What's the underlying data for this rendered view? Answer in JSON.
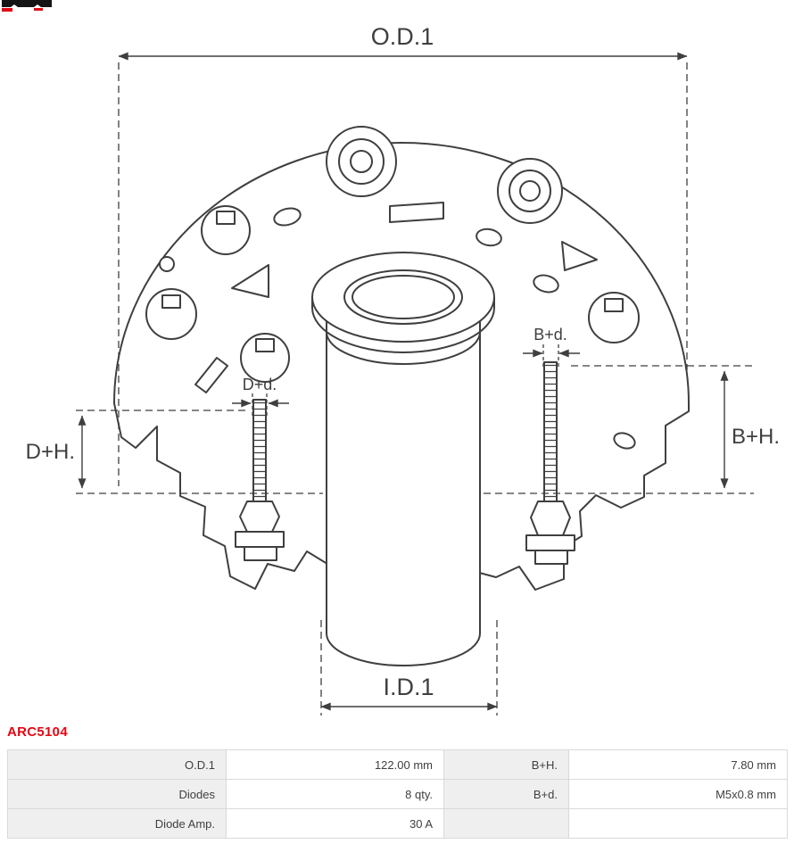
{
  "part_number": "ARC5104",
  "diagram": {
    "labels": {
      "od1": "O.D.1",
      "id1": "I.D.1",
      "dplus_h": "D+H.",
      "bplus_h": "B+H.",
      "dplus_d": "D+d.",
      "bplus_d": "B+d."
    }
  },
  "table": {
    "rows": [
      {
        "c1": "O.D.1",
        "c2": "122.00 mm",
        "c3": "B+H.",
        "c4": "7.80 mm"
      },
      {
        "c1": "Diodes",
        "c2": "8 qty.",
        "c3": "B+d.",
        "c4": "M5x0.8 mm"
      },
      {
        "c1": "Diode Amp.",
        "c2": "30 A",
        "c3": "",
        "c4": ""
      }
    ]
  },
  "colors": {
    "accent_red": "#e30613",
    "line": "#3f3f3f",
    "table_border": "#d9d9d9",
    "label_cell_bg": "#efefef"
  }
}
